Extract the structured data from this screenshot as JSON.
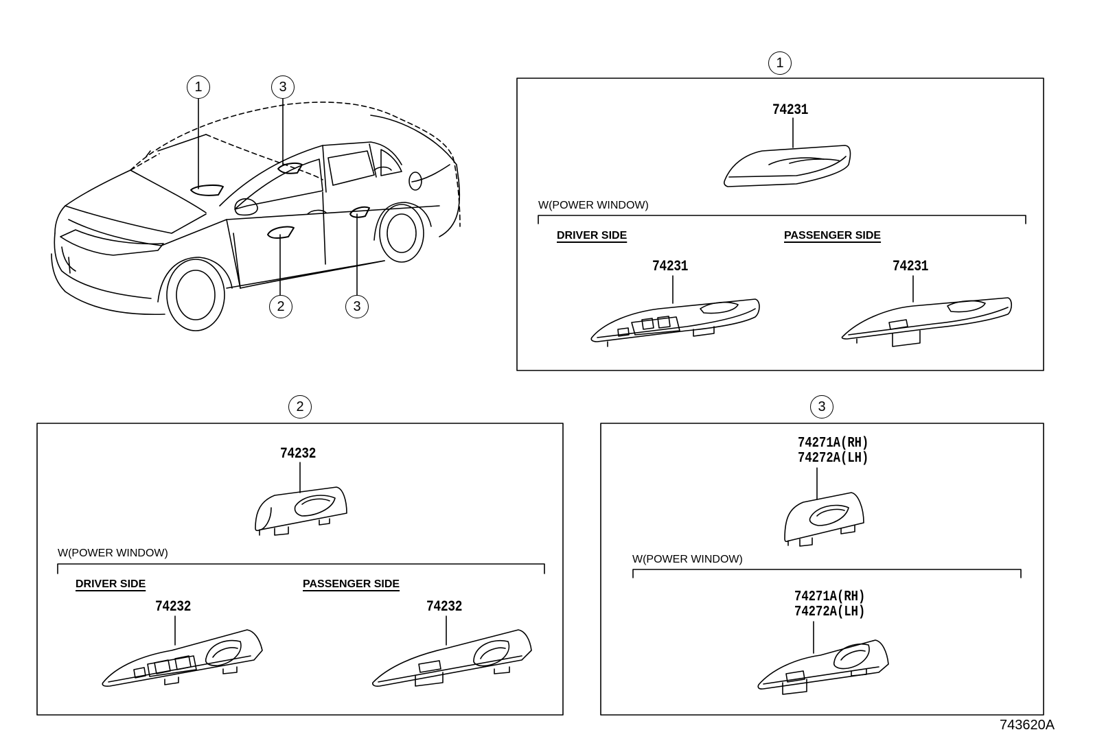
{
  "callouts": {
    "car_1": "1",
    "car_3_top": "3",
    "car_2": "2",
    "car_3_bottom": "3",
    "panel1": "1",
    "panel2": "2",
    "panel3": "3"
  },
  "panel1": {
    "part_top": "74231",
    "condition": "W(POWER WINDOW)",
    "driver_side": "DRIVER SIDE",
    "passenger_side": "PASSENGER SIDE",
    "part_driver": "74231",
    "part_passenger": "74231"
  },
  "panel2": {
    "part_top": "74232",
    "condition": "W(POWER WINDOW)",
    "driver_side": "DRIVER SIDE",
    "passenger_side": "PASSENGER SIDE",
    "part_driver": "74232",
    "part_passenger": "74232"
  },
  "panel3": {
    "part_top_rh": "74271A(RH)",
    "part_top_lh": "74272A(LH)",
    "condition": "W(POWER WINDOW)",
    "part_bottom_rh": "74271A(RH)",
    "part_bottom_lh": "74272A(LH)"
  },
  "figure_code": "743620A"
}
